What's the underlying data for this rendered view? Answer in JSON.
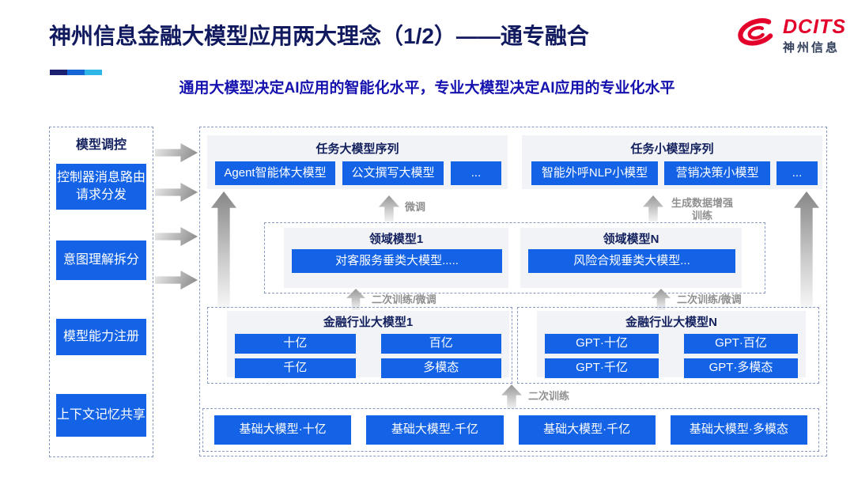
{
  "header": {
    "title": "神州信息金融大模型应用两大理念（1/2）——通专融合",
    "subtitle": "通用大模型决定AI应用的智能化水平，专业大模型决定AI应用的专业化水平",
    "logo": {
      "brand": "DCITS",
      "brand_cn": "神州信息"
    }
  },
  "sidebar": {
    "title": "模型调控",
    "items": [
      "控制器消息路由请求分发",
      "意图理解拆分",
      "模型能力注册",
      "上下文记忆共享"
    ]
  },
  "diagram": {
    "task_large_models": {
      "title": "任务大模型序列",
      "items": [
        "Agent智能体大模型",
        "公文撰写大模型",
        "..."
      ]
    },
    "task_small_models": {
      "title": "任务小模型序列",
      "items": [
        "智能外呼NLP小模型",
        "营销决策小模型",
        "..."
      ]
    },
    "domain_models": [
      {
        "title": "领域模型1",
        "item": "对客服务垂类大模型....."
      },
      {
        "title": "领域模型N",
        "item": "风险合规垂类大模型..."
      }
    ],
    "industry_models": [
      {
        "title": "金融行业大模型1",
        "items": [
          "十亿",
          "百亿",
          "千亿",
          "多模态"
        ]
      },
      {
        "title": "金融行业大模型N",
        "items": [
          "GPT·十亿",
          "GPT·百亿",
          "GPT·千亿",
          "GPT·多模态"
        ]
      }
    ],
    "base_models": [
      "基础大模型·十亿",
      "基础大模型·千亿",
      "基础大模型·千亿",
      "基础大模型·多模态"
    ],
    "arrow_labels": {
      "fine_tune": "微调",
      "gen_data": "生成数据增强训练",
      "secondary_ft_left": "二次训练/微调",
      "secondary_ft_right": "二次训练/微调",
      "secondary_train": "二次训练"
    }
  },
  "colors": {
    "accent_blue": "#1463E6",
    "title_navy": "#111A5E",
    "subtitle_blue": "#1511AE",
    "brand_red": "#E3002B",
    "panel_gray": "#F2F3F6",
    "dash_border": "#8B99C6",
    "arrow_gray": "#8F8F8F"
  }
}
